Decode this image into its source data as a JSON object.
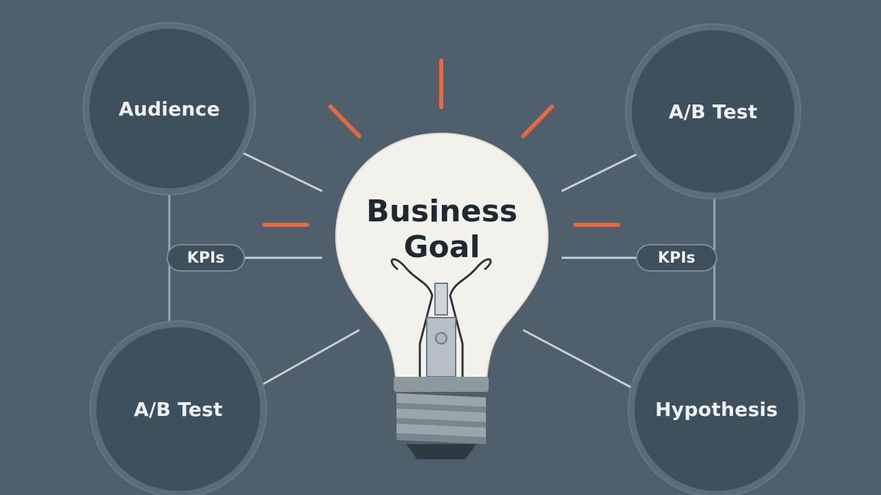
{
  "diagram": {
    "center": {
      "line1": "Business",
      "line2": "Goal"
    },
    "nodes": {
      "top_left": "Audience",
      "top_right": "A/B Test",
      "bottom_left": "A/B Test",
      "bottom_right": "Hypothesis"
    },
    "pills": {
      "left": "KPIs",
      "right": "KPIs"
    }
  },
  "colors": {
    "background": "#4f5f6b",
    "node_fill": "#3f505d",
    "accent_rays": "#e8693f",
    "bulb_glass": "#f3f1ec",
    "connector": "#c7d0d6"
  },
  "icons": [
    "lightbulb-icon"
  ]
}
